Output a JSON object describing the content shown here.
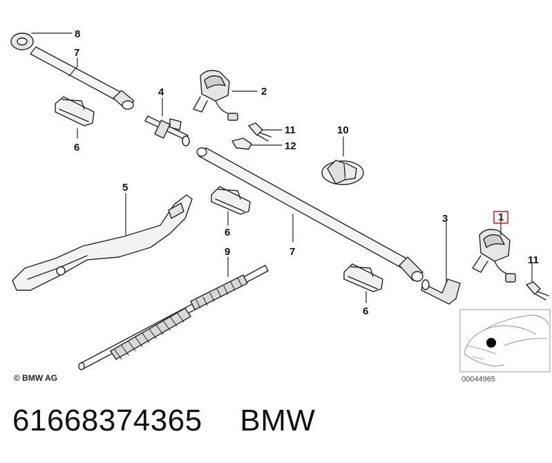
{
  "diagram": {
    "callouts": {
      "c8": "8",
      "c7a": "7",
      "c6a": "6",
      "c4": "4",
      "c2": "2",
      "c11a": "11",
      "c12": "12",
      "c10": "10",
      "c5": "5",
      "c6b": "6",
      "c9": "9",
      "c7b": "7",
      "c3": "3",
      "c1": "1",
      "c11b": "11",
      "c6c": "6"
    },
    "highlighted_callout": "1",
    "highlight_color": "#d9232d",
    "copyright": "© BMW AG",
    "drawing_number": "00044965"
  },
  "footer": {
    "part_number": "61668374365",
    "brand": "BMW"
  }
}
